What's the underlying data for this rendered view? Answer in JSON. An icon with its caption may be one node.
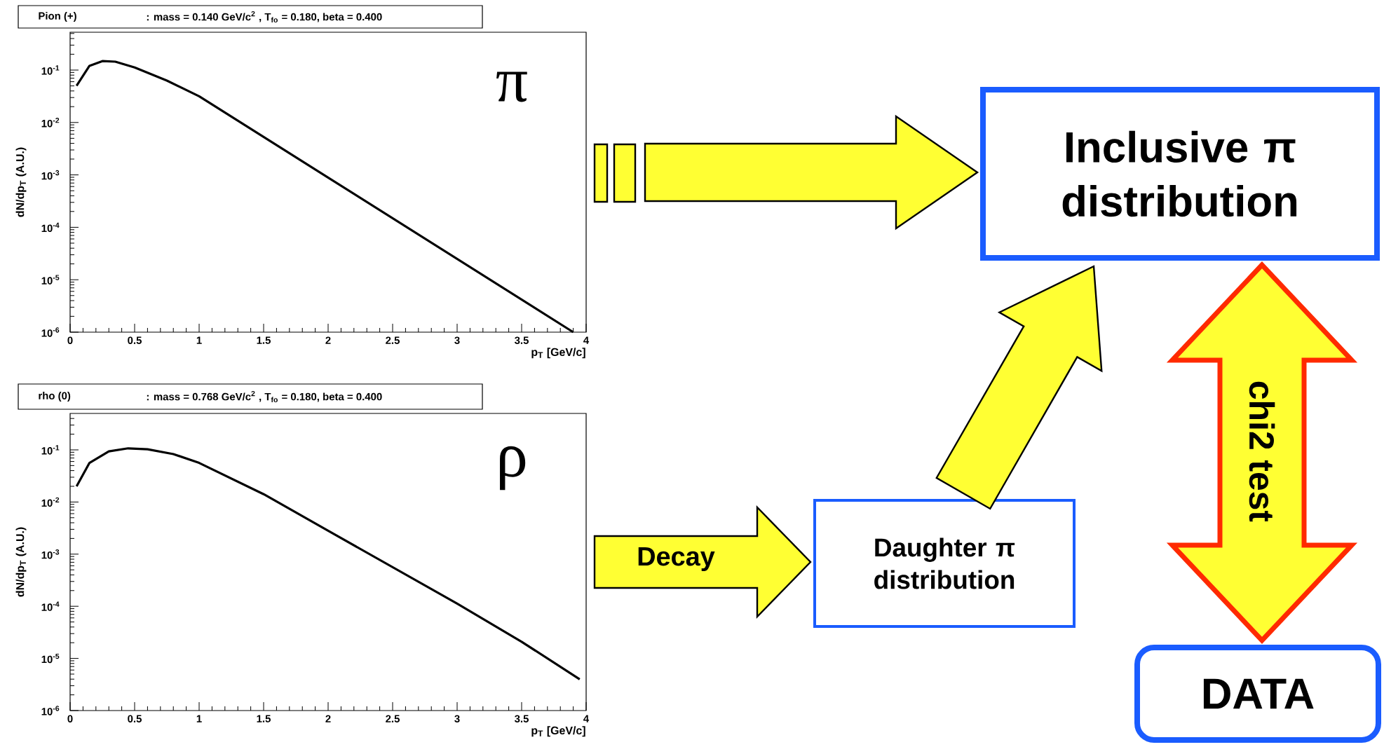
{
  "diagram": {
    "nodes": [
      {
        "text": [
          "Pion (+)",
          ": mass = 0.140 GeV/c$^{2}$ , T$_{fo}$ = 0.180, beta = 0.400",
          "π",
          "dN/dp$_{T}$ (A.U.)",
          "p$_{T}$ [GeV/c]"
        ]
      },
      {
        "text": [
          "rho (0)",
          ": mass = 0.768 GeV/c$^{2}$ , T$_{fo}$ = 0.180, beta = 0.400",
          "ρ",
          "dN/dp$_{T}$ (A.U.)",
          "p$_{T}$ [GeV/c]"
        ]
      },
      {
        "text": [
          "Inclusive π distribution"
        ]
      },
      {
        "text": [
          "Daughter π distribution"
        ]
      },
      {
        "text": [
          "DATA"
        ]
      }
    ],
    "edges": [
      {
        "from": 0,
        "to": 2,
        "arrow": "to"
      },
      {
        "from": 1,
        "to": 3,
        "arrow": "to",
        "label": "Decay"
      },
      {
        "from": 3,
        "to": 2,
        "arrow": "to"
      },
      {
        "from": 2,
        "to": 4,
        "arrow": "both",
        "label": "chi2 test",
        "color": "#ff2a00"
      }
    ],
    "labels": [
      "10$^{-1}$",
      "10$^{-2}$",
      "10$^{-3}$",
      "10$^{-4}$",
      "10$^{-5}$",
      "10$^{-6}$",
      "0",
      "0.5",
      "1",
      "1.5",
      "2",
      "2.5",
      "3",
      "3.5",
      "4",
      "10$^{-1}$",
      "10$^{-2}$",
      "10$^{-3}$",
      "10$^{-4}$",
      "10$^{-5}$",
      "10$^{-6}$",
      "0",
      "0.5",
      "1",
      "1.5",
      "2",
      "2.5",
      "3",
      "3.5",
      "4"
    ]
  }
}
